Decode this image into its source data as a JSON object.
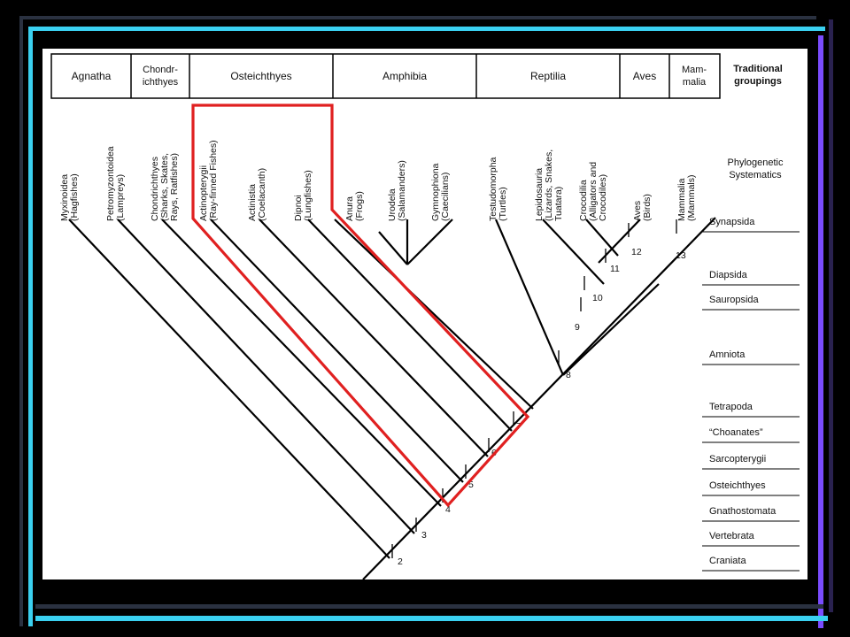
{
  "groupings": {
    "header": "Traditional groupings",
    "items": [
      "Agnatha",
      "Chondr-ichthyes",
      "Osteichthyes",
      "Amphibia",
      "Reptilia",
      "Aves",
      "Mam-malia"
    ]
  },
  "phylo_header": "Phylogenetic Systematics",
  "taxa": [
    {
      "name": "Myxinoidea",
      "common": "(Hagfishes)"
    },
    {
      "name": "Petromyzontoidea",
      "common": "(Lampreys)"
    },
    {
      "name": "Chondrichthyes",
      "common": "(Sharks, Skates, Rays, Ratfishes)"
    },
    {
      "name": "Actinopterygii",
      "common": "(Ray-finned Fishes)"
    },
    {
      "name": "Actinistia",
      "common": "(Coelacanth)"
    },
    {
      "name": "Dipnoi",
      "common": "(Lungfishes)"
    },
    {
      "name": "Anura",
      "common": "(Frogs)"
    },
    {
      "name": "Urodela",
      "common": "(Salamanders)"
    },
    {
      "name": "Gymnophiona",
      "common": "(Caecilians)"
    },
    {
      "name": "Testudomorpha",
      "common": "(Turtles)"
    },
    {
      "name": "Lepidosauria",
      "common": "(Lizards, Snakes, Tuatara)"
    },
    {
      "name": "Crocodilia",
      "common": "(Alligators and Crocodiles)"
    },
    {
      "name": "Aves",
      "common": "(Birds)"
    },
    {
      "name": "Mammalia",
      "common": "(Mammals)"
    }
  ],
  "clades": [
    "Synapsida",
    "Diapsida",
    "Sauropsida",
    "Amniota",
    "Tetrapoda",
    "“Choanates”",
    "Sarcopterygii",
    "Osteichthyes",
    "Gnathostomata",
    "Vertebrata",
    "Craniata"
  ],
  "nodes": [
    "2",
    "3",
    "4",
    "5",
    "6",
    "7",
    "8",
    "9",
    "10",
    "11",
    "12",
    "13"
  ],
  "colors": {
    "highlight": "#e02020",
    "frame": "#3ad0f0",
    "accent": "#7a4cff"
  }
}
